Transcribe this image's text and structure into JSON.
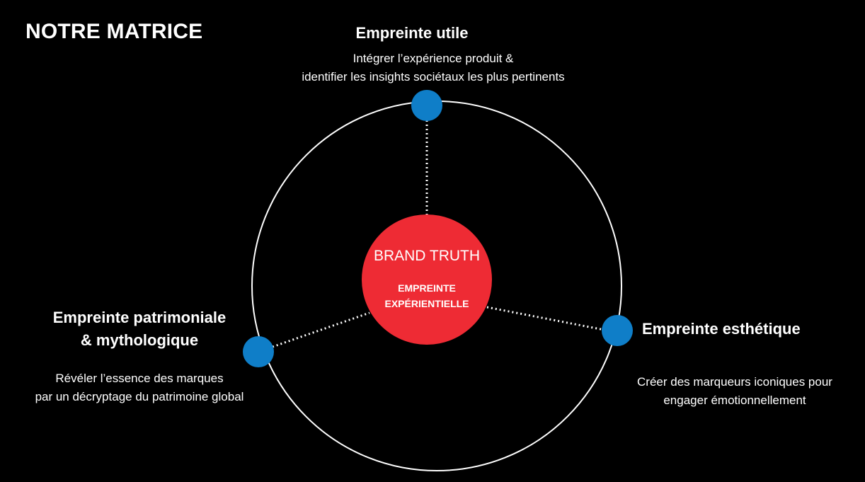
{
  "page": {
    "title": "NOTRE MATRICE"
  },
  "core": {
    "title": "BRAND TRUTH",
    "subtitle_line1": "EMPREINTE",
    "subtitle_line2": "EXPÉRIENTIELLE",
    "color": "#ee2b34"
  },
  "nodes": {
    "utile": {
      "title": "Empreinte utile",
      "desc_line1": "Intégrer l’expérience produit &",
      "desc_line2": "identifier les insights sociétaux les plus pertinents"
    },
    "patrimoniale": {
      "title_line1": "Empreinte patrimoniale",
      "title_line2": "& mythologique",
      "desc_line1": "Révéler l’essence des marques",
      "desc_line2": "par un décryptage du patrimoine global"
    },
    "esthetique": {
      "title": "Empreinte esthétique",
      "desc_line1": "Créer des marqueurs iconiques pour",
      "desc_line2": "engager émotionnellement"
    }
  },
  "colors": {
    "background": "#000000",
    "node": "#0f7ec8",
    "orbit": "#ffffff",
    "text": "#ffffff"
  }
}
